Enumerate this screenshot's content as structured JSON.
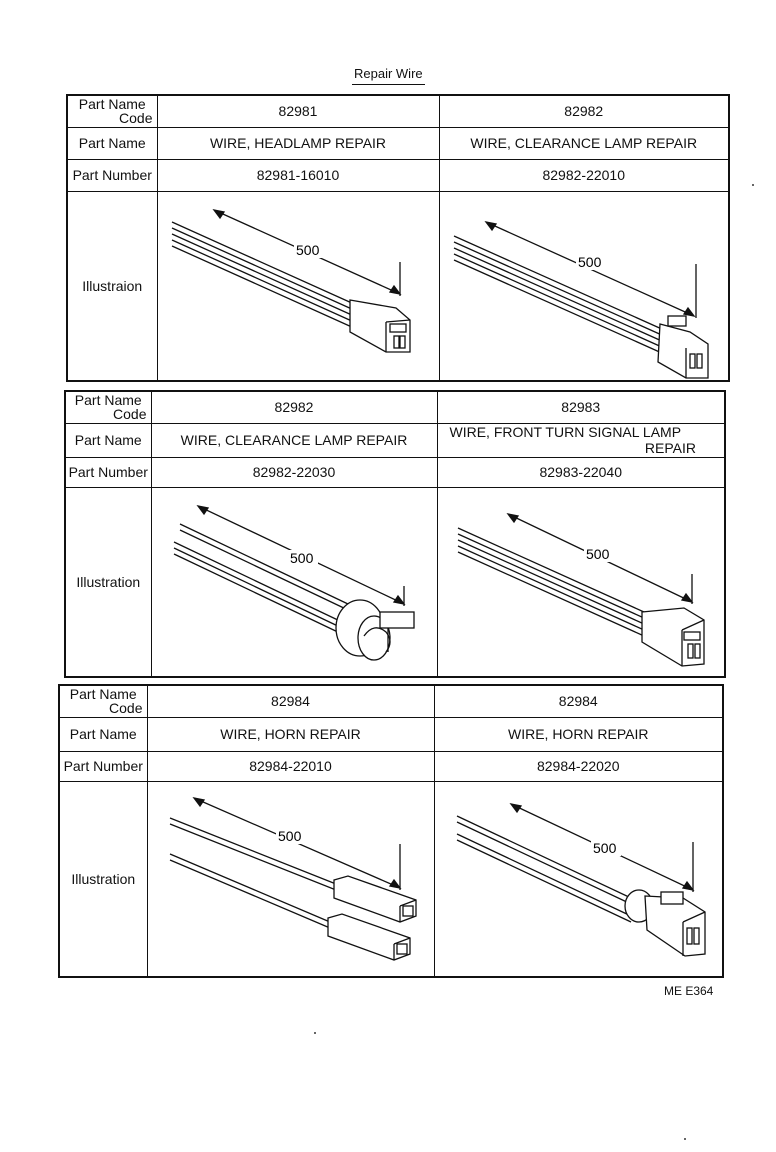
{
  "title": "Repair Wire",
  "figure_code": "ME E364",
  "sections": [
    {
      "labels": {
        "code_l1": "Part Name",
        "code_l2": "Code",
        "name": "Part Name",
        "number": "Part Number",
        "illustration": "Illustraion"
      },
      "parts": [
        {
          "code": "82981",
          "name": "WIRE, HEADLAMP REPAIR",
          "number": "82981-16010",
          "dimension": "500"
        },
        {
          "code": "82982",
          "name": "WIRE, CLEARANCE LAMP REPAIR",
          "number": "82982-22010",
          "dimension": "500"
        }
      ]
    },
    {
      "labels": {
        "code_l1": "Part Name",
        "code_l2": "Code",
        "name": "Part Name",
        "number": "Part Number",
        "illustration": "Illustration"
      },
      "parts": [
        {
          "code": "82982",
          "name": "WIRE, CLEARANCE LAMP REPAIR",
          "number": "82982-22030",
          "dimension": "500"
        },
        {
          "code": "82983",
          "name_l1": "WIRE, FRONT TURN SIGNAL LAMP",
          "name_l2": "REPAIR",
          "number": "82983-22040",
          "dimension": "500"
        }
      ]
    },
    {
      "labels": {
        "code_l1": "Part Name",
        "code_l2": "Code",
        "name": "Part Name",
        "number": "Part Number",
        "illustration": "Illustration"
      },
      "parts": [
        {
          "code": "82984",
          "name": "WIRE, HORN REPAIR",
          "number": "82984-22010",
          "dimension": "500"
        },
        {
          "code": "82984",
          "name": "WIRE, HORN REPAIR",
          "number": "82984-22020",
          "dimension": "500"
        }
      ]
    }
  ]
}
